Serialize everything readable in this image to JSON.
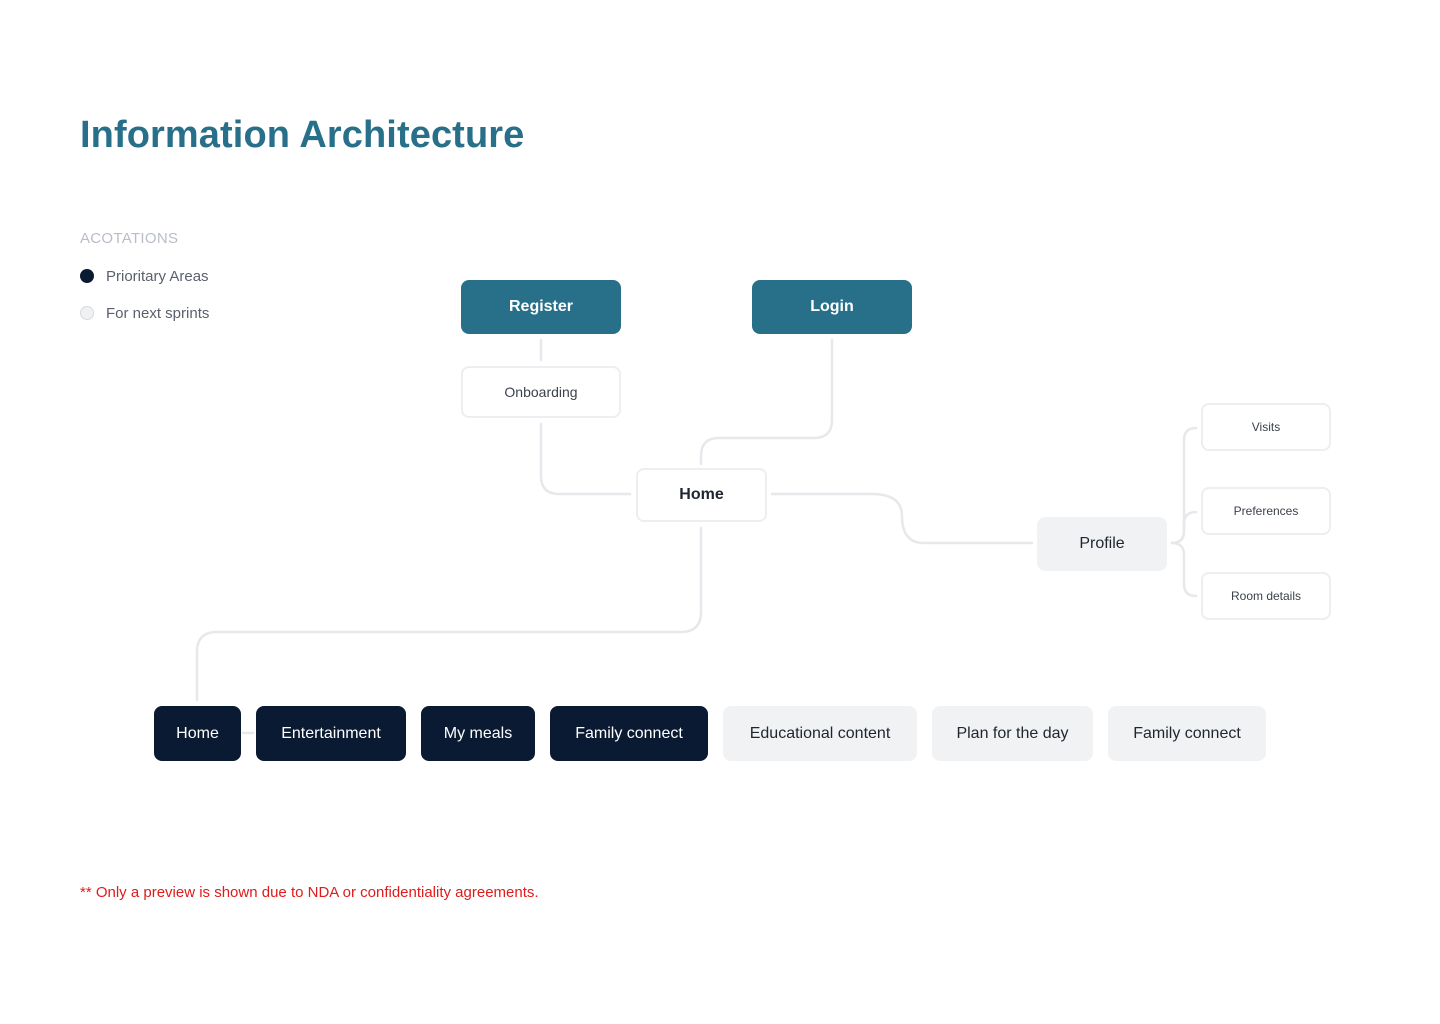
{
  "title": "Information Architecture",
  "legend": {
    "heading": "ACOTATIONS",
    "items": [
      {
        "label": "Prioritary Areas",
        "color": "#0b1a33"
      },
      {
        "label": "For next sprints",
        "color": "#f0f1f3"
      }
    ]
  },
  "nodes": {
    "register": "Register",
    "login": "Login",
    "onboarding": "Onboarding",
    "home": "Home",
    "profile": "Profile",
    "visits": "Visits",
    "preferences": "Preferences",
    "room_details": "Room details"
  },
  "bottom_nav": [
    {
      "label": "Home",
      "priority": true
    },
    {
      "label": "Entertainment",
      "priority": true
    },
    {
      "label": "My meals",
      "priority": true
    },
    {
      "label": "Family connect",
      "priority": true
    },
    {
      "label": "Educational content",
      "priority": false
    },
    {
      "label": "Plan for the day",
      "priority": false
    },
    {
      "label": "Family connect",
      "priority": false
    }
  ],
  "colors": {
    "title": "#287089",
    "primary": "#287089",
    "prioritary": "#0b1a33",
    "next_sprint": "#f1f2f4",
    "connector": "#e6e8eb",
    "footnote": "#e01b1b"
  },
  "footnote": "** Only a preview is shown due to NDA or confidentiality agreements."
}
